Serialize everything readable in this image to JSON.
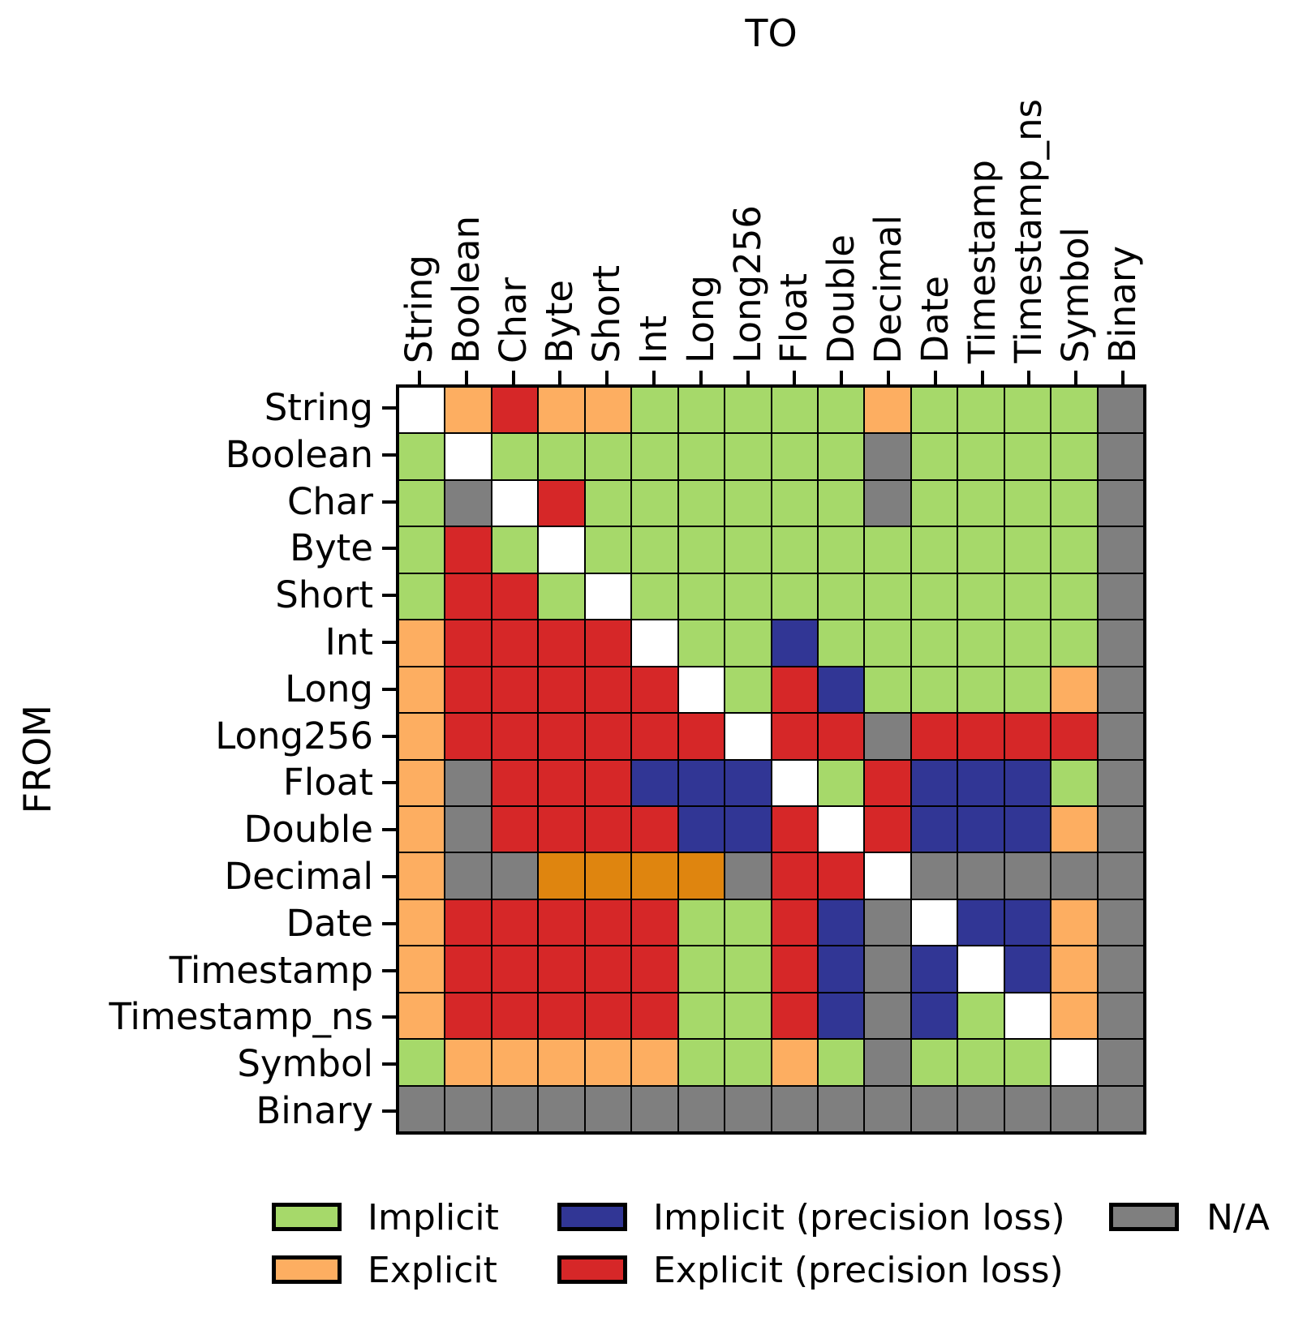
{
  "chart_data": {
    "type": "heatmap",
    "title_top": "TO",
    "title_left": "FROM",
    "categories": [
      "String",
      "Boolean",
      "Char",
      "Byte",
      "Short",
      "Int",
      "Long",
      "Long256",
      "Float",
      "Double",
      "Decimal",
      "Date",
      "Timestamp",
      "Timestamp_ns",
      "Symbol",
      "Binary"
    ],
    "cell_codes": {
      "I": "Implicit",
      "E": "Explicit",
      "IP": "Implicit (precision loss)",
      "EP": "Explicit (precision loss)",
      "ED": "Explicit (darker orange shade shown in Decimal row, not in legend)",
      "NA": "N/A",
      "D": "diagonal self-conversion (blank white)"
    },
    "colors": {
      "I": "#A6D96A",
      "E": "#FDAE61",
      "IP": "#313695",
      "EP": "#D62728",
      "ED": "#DF850F",
      "NA": "#7F7F7F",
      "D": "#FFFFFF",
      "grid_line": "#000000"
    },
    "matrix": [
      [
        "D",
        "E",
        "EP",
        "E",
        "E",
        "I",
        "I",
        "I",
        "I",
        "I",
        "E",
        "I",
        "I",
        "I",
        "I",
        "NA"
      ],
      [
        "I",
        "D",
        "I",
        "I",
        "I",
        "I",
        "I",
        "I",
        "I",
        "I",
        "NA",
        "I",
        "I",
        "I",
        "I",
        "NA"
      ],
      [
        "I",
        "NA",
        "D",
        "EP",
        "I",
        "I",
        "I",
        "I",
        "I",
        "I",
        "NA",
        "I",
        "I",
        "I",
        "I",
        "NA"
      ],
      [
        "I",
        "EP",
        "I",
        "D",
        "I",
        "I",
        "I",
        "I",
        "I",
        "I",
        "I",
        "I",
        "I",
        "I",
        "I",
        "NA"
      ],
      [
        "I",
        "EP",
        "EP",
        "I",
        "D",
        "I",
        "I",
        "I",
        "I",
        "I",
        "I",
        "I",
        "I",
        "I",
        "I",
        "NA"
      ],
      [
        "E",
        "EP",
        "EP",
        "EP",
        "EP",
        "D",
        "I",
        "I",
        "IP",
        "I",
        "I",
        "I",
        "I",
        "I",
        "I",
        "NA"
      ],
      [
        "E",
        "EP",
        "EP",
        "EP",
        "EP",
        "EP",
        "D",
        "I",
        "EP",
        "IP",
        "I",
        "I",
        "I",
        "I",
        "E",
        "NA"
      ],
      [
        "E",
        "EP",
        "EP",
        "EP",
        "EP",
        "EP",
        "EP",
        "D",
        "EP",
        "EP",
        "NA",
        "EP",
        "EP",
        "EP",
        "EP",
        "NA"
      ],
      [
        "E",
        "NA",
        "EP",
        "EP",
        "EP",
        "IP",
        "IP",
        "IP",
        "D",
        "I",
        "EP",
        "IP",
        "IP",
        "IP",
        "I",
        "NA"
      ],
      [
        "E",
        "NA",
        "EP",
        "EP",
        "EP",
        "EP",
        "IP",
        "IP",
        "EP",
        "D",
        "EP",
        "IP",
        "IP",
        "IP",
        "E",
        "NA"
      ],
      [
        "E",
        "NA",
        "NA",
        "ED",
        "ED",
        "ED",
        "ED",
        "NA",
        "EP",
        "EP",
        "D",
        "NA",
        "NA",
        "NA",
        "NA",
        "NA"
      ],
      [
        "E",
        "EP",
        "EP",
        "EP",
        "EP",
        "EP",
        "I",
        "I",
        "EP",
        "IP",
        "NA",
        "D",
        "IP",
        "IP",
        "E",
        "NA"
      ],
      [
        "E",
        "EP",
        "EP",
        "EP",
        "EP",
        "EP",
        "I",
        "I",
        "EP",
        "IP",
        "NA",
        "IP",
        "D",
        "IP",
        "E",
        "NA"
      ],
      [
        "E",
        "EP",
        "EP",
        "EP",
        "EP",
        "EP",
        "I",
        "I",
        "EP",
        "IP",
        "NA",
        "IP",
        "I",
        "D",
        "E",
        "NA"
      ],
      [
        "I",
        "E",
        "E",
        "E",
        "E",
        "E",
        "I",
        "I",
        "E",
        "I",
        "NA",
        "I",
        "I",
        "I",
        "D",
        "NA"
      ],
      [
        "NA",
        "NA",
        "NA",
        "NA",
        "NA",
        "NA",
        "NA",
        "NA",
        "NA",
        "NA",
        "NA",
        "NA",
        "NA",
        "NA",
        "NA",
        "NA"
      ]
    ],
    "legend": [
      {
        "label": "Implicit",
        "color": "I"
      },
      {
        "label": "Explicit",
        "color": "E"
      },
      {
        "label": "Implicit (precision loss)",
        "color": "IP"
      },
      {
        "label": "Explicit (precision loss)",
        "color": "EP"
      },
      {
        "label": "N/A",
        "color": "NA"
      }
    ],
    "layout": {
      "grid_on": false,
      "ticks": "top and left only",
      "legend_position": "below chart, 2 rows"
    }
  }
}
